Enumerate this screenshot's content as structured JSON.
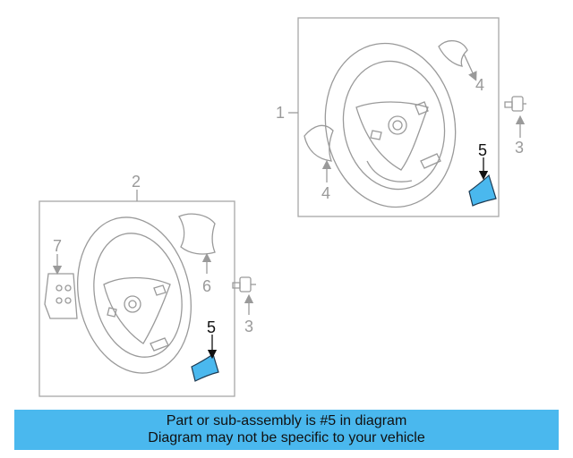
{
  "callouts": {
    "top_wheel": "1",
    "top_trim": "4",
    "top_trim_left": "4",
    "top_bolt": "3",
    "top_cover": "5",
    "bottom_wheel": "2",
    "bottom_bag": "6",
    "bottom_bolt": "3",
    "bottom_bracket": "7",
    "bottom_cover": "5"
  },
  "colors": {
    "highlight_part": "#4ab8ee",
    "line_art": "#9a9a9a",
    "banner_bg": "#4ab8ee"
  },
  "banner": {
    "line1": "Part or sub-assembly is #5 in diagram",
    "line2": "Diagram may not be specific to your vehicle"
  }
}
